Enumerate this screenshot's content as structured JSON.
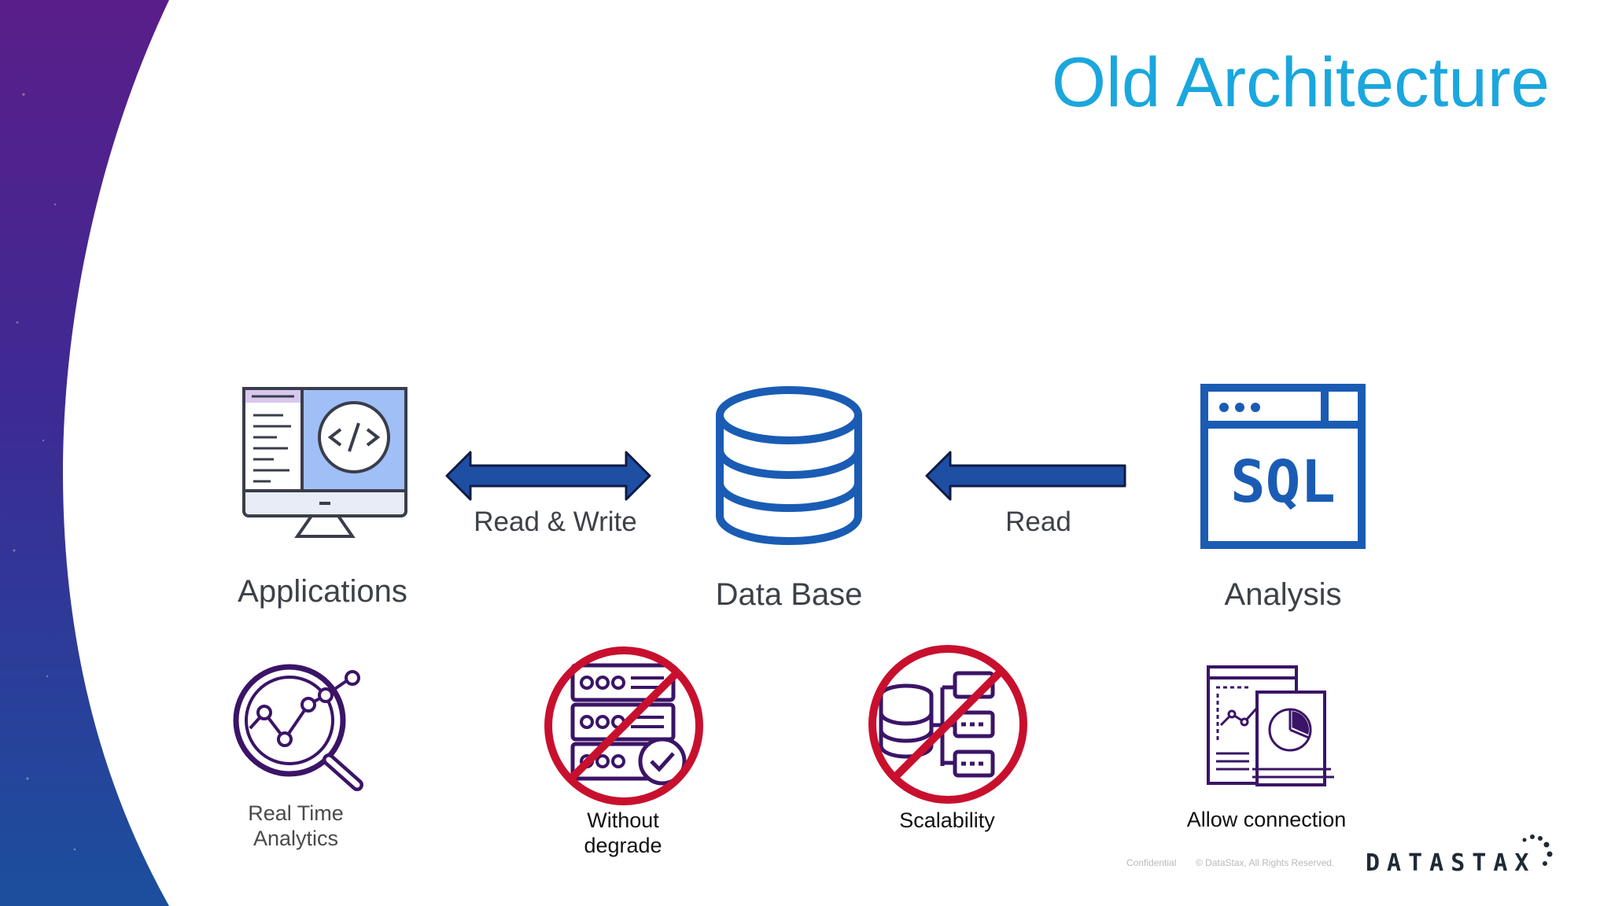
{
  "slide": {
    "title": "Old Architecture"
  },
  "diagram": {
    "nodes": {
      "applications": {
        "label": "Applications",
        "icon": "code-monitor-icon"
      },
      "database": {
        "label": "Data Base",
        "icon": "database-icon"
      },
      "analysis": {
        "label": "Analysis",
        "icon": "sql-window-icon"
      }
    },
    "edges": {
      "app_db": {
        "label": "Read & Write",
        "direction": "bidirectional"
      },
      "analysis_db": {
        "label": "Read",
        "direction": "to-database"
      }
    }
  },
  "features": [
    {
      "line1": "Real Time",
      "line2": "Analytics",
      "icon": "analytics-magnifier-icon",
      "crossed": false
    },
    {
      "line1": "Without",
      "line2": "degrade",
      "icon": "server-check-icon",
      "crossed": true
    },
    {
      "line1": "Scalability",
      "line2": "",
      "icon": "database-scale-icon",
      "crossed": true
    },
    {
      "line1": "Allow connection",
      "line2": "",
      "icon": "report-chart-icon",
      "crossed": false
    }
  ],
  "footer": {
    "confidential": "Confidential",
    "copyright": "© DataStax, All Rights Reserved.",
    "brand": "DATASTAX"
  },
  "colors": {
    "title": "#1AA7DD",
    "arrow_fill": "#1E4FA3",
    "arrow_stroke": "#0F1B44",
    "icon_blue": "#1A5CB4",
    "icon_purple": "#3B1467",
    "prohibit_red": "#C8102E",
    "bg_gradient_top": "#5a1e8a",
    "bg_gradient_bottom": "#1b4f9e"
  }
}
